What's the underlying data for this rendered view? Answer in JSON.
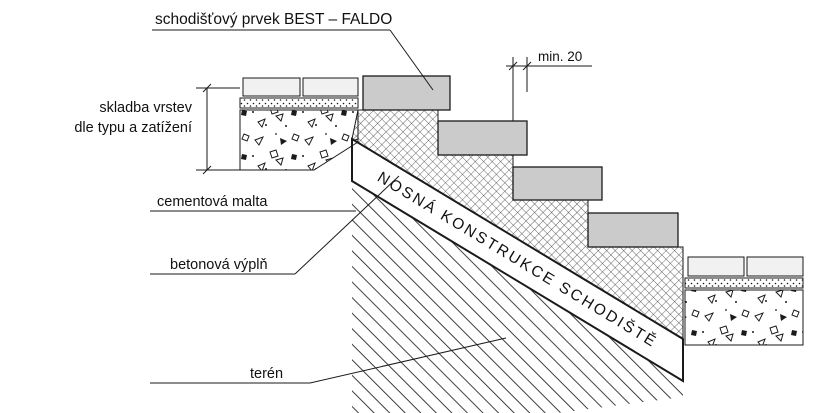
{
  "drawing": {
    "type": "construction-detail-stair",
    "labels": {
      "stair_element": "schodišťový prvek BEST – FALDO",
      "min_overlap": "min. 20",
      "layers_line1": "skladba vrstev",
      "layers_line2": "dle typu a zatížení",
      "cement_mortar": "cementová malta",
      "concrete_fill": "betonová výplň",
      "bearing_structure": "NOSNÁ KONSTRUKCE SCHODIŠTĚ",
      "terrain": "terén"
    },
    "colors": {
      "line": "#1a1a1a",
      "stair_block_fill": "#cbcbcb",
      "paver_fill": "#f1f1f1",
      "band_fill": "#ffffff",
      "background": "#ffffff"
    }
  }
}
